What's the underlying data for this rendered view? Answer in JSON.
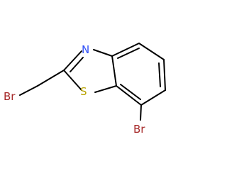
{
  "molecule": {
    "atoms": {
      "n": "N",
      "s": "S",
      "br_methyl": "Br",
      "br_ring": "Br"
    },
    "colors": {
      "bond": "#000000",
      "nitrogen": "#3050F8",
      "sulfur": "#B8A200",
      "bromine": "#A62929"
    }
  }
}
